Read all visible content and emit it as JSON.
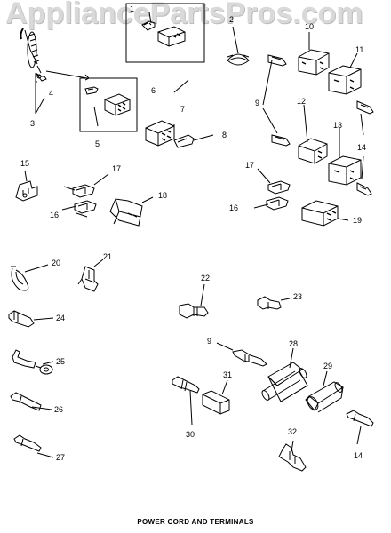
{
  "watermark": "AppliancePartsPros.com",
  "caption": "POWER CORD AND TERMINALS",
  "callouts": {
    "c1": "1",
    "c2": "2",
    "c3": "3",
    "c4": "4",
    "c5": "5",
    "c6": "6",
    "c7": "7",
    "c8": "8",
    "c9a": "9",
    "c9b": "9",
    "c10": "10",
    "c11": "11",
    "c12": "12",
    "c13": "13",
    "c14a": "14",
    "c14b": "14",
    "c15": "15",
    "c16a": "16",
    "c16b": "16",
    "c17a": "17",
    "c17b": "17",
    "c18": "18",
    "c19": "19",
    "c20": "20",
    "c21": "21",
    "c22": "22",
    "c23": "23",
    "c24": "24",
    "c25": "25",
    "c26": "26",
    "c27": "27",
    "c28": "28",
    "c29": "29",
    "c30": "30",
    "c31": "31",
    "c32": "32"
  }
}
